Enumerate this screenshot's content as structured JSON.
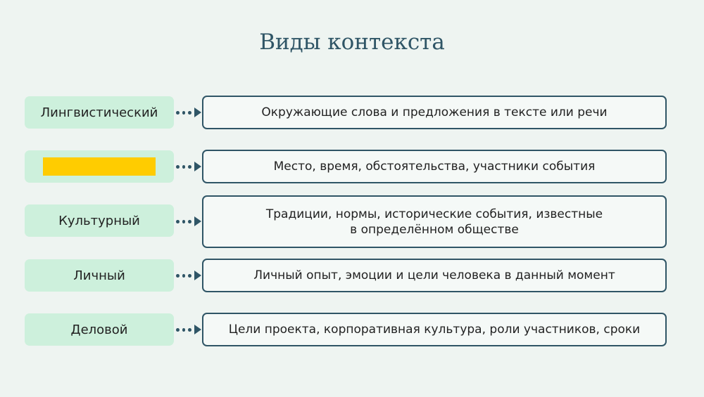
{
  "title": "Виды контекста",
  "rows": [
    {
      "label": "Лингвистический",
      "desc": "Окружающие слова и предложения в тексте или речи"
    },
    {
      "label": "",
      "desc": "Место, время, обстоятельства, участники события"
    },
    {
      "label": "Культурный",
      "desc": "Традиции, нормы, исторические события, известные",
      "desc2": "в определённом обществе"
    },
    {
      "label": "Личный",
      "desc": "Личный опыт, эмоции и цели человека в данный момент"
    },
    {
      "label": "Деловой",
      "desc": "Цели проекта, корпоративная культура, роли участников, сроки"
    }
  ],
  "colors": {
    "accent": "#2f5566",
    "label_bg": "#cdf0dc",
    "highlight": "#ffcc00"
  }
}
